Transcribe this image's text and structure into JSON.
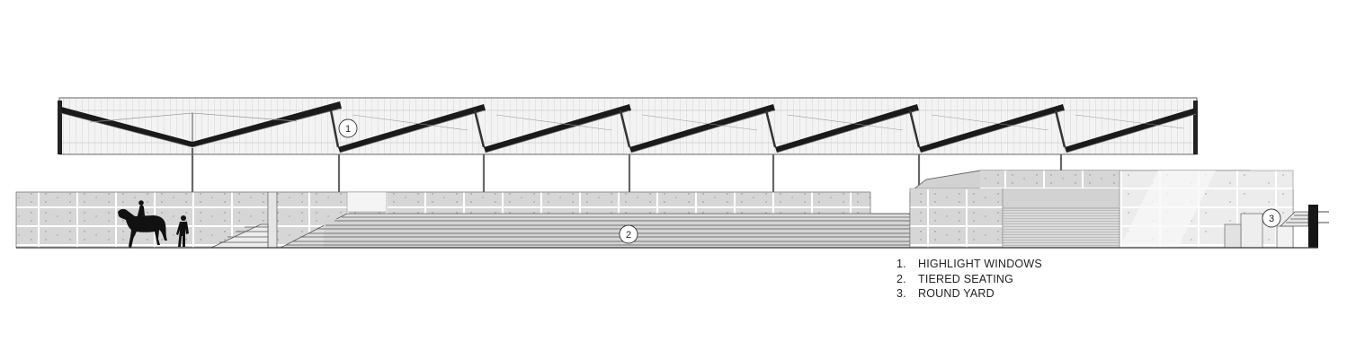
{
  "callouts": [
    {
      "id": "1",
      "label": "1"
    },
    {
      "id": "2",
      "label": "2"
    },
    {
      "id": "3",
      "label": "3"
    }
  ],
  "legend": [
    {
      "num": "1.",
      "text": "HIGHLIGHT WINDOWS"
    },
    {
      "num": "2.",
      "text": "TIERED SEATING"
    },
    {
      "num": "3.",
      "text": "ROUND YARD"
    }
  ],
  "colors": {
    "wall": "#d3d3d3",
    "wall_light": "#e6e6e6",
    "line": "#444444",
    "roof_dark": "#1a1a1a",
    "roof_cladding": "#f1f1f1"
  }
}
